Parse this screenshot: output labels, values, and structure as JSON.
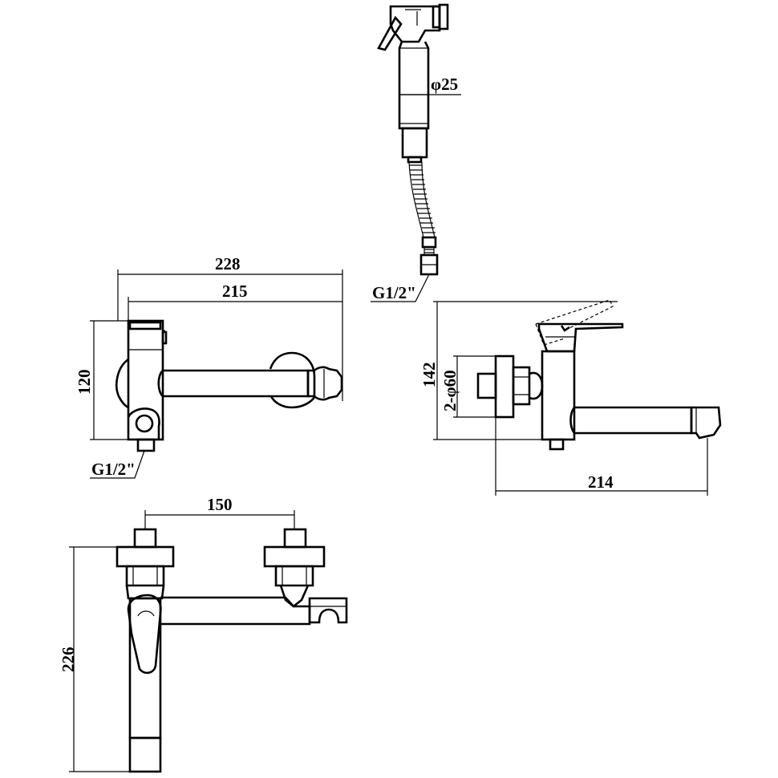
{
  "dimensions": {
    "hand_shower_diameter": "φ25",
    "hose_thread": "G1/2\"",
    "top_view_overall_width": "228",
    "top_view_spout_width": "215",
    "top_view_depth": "120",
    "top_view_inlet_thread": "G1/2\"",
    "side_view_height": "142",
    "side_view_flange_diameter": "2-φ60",
    "side_view_projection": "214",
    "front_view_centre_distance": "150",
    "front_view_height": "226"
  }
}
